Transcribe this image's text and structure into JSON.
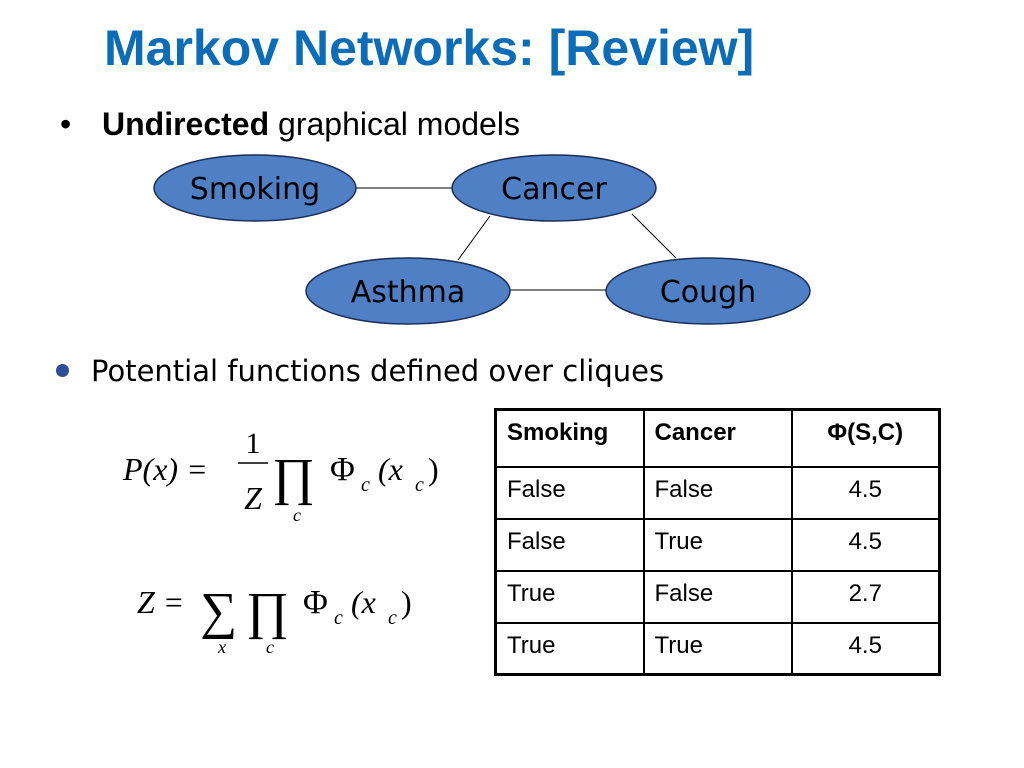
{
  "slide": {
    "title": "Markov Networks: [Review]",
    "bullet1": {
      "marker": "•",
      "bold": "Undirected",
      "rest": " graphical models"
    },
    "bullet2": {
      "text": "Potential functions defined over cliques"
    }
  },
  "graph": {
    "node_color": "#4f7fc4",
    "nodes": [
      "Smoking",
      "Cancer",
      "Asthma",
      "Cough"
    ],
    "edges": [
      [
        "Smoking",
        "Cancer"
      ],
      [
        "Cancer",
        "Asthma"
      ],
      [
        "Cancer",
        "Cough"
      ],
      [
        "Asthma",
        "Cough"
      ]
    ]
  },
  "formulas": {
    "p": {
      "lhs": "P(x) =",
      "num": "1",
      "den": "Z",
      "prod": "∏",
      "sub": "c",
      "phi": "Φ",
      "phi_sub": "c",
      "arg": "(x",
      "arg_sub": "c",
      "close": ")"
    },
    "z": {
      "lhs": "Z =",
      "sum": "∑",
      "sum_sub": "x",
      "prod": "∏",
      "prod_sub": "c",
      "phi": "Φ",
      "phi_sub": "c",
      "arg": "(x",
      "arg_sub": "c",
      "close": ")"
    }
  },
  "table": {
    "headers": [
      "Smoking",
      "Cancer",
      "Φ(S,C)"
    ],
    "rows": [
      [
        "False",
        "False",
        "4.5"
      ],
      [
        "False",
        "True",
        "4.5"
      ],
      [
        "True",
        "False",
        "2.7"
      ],
      [
        "True",
        "True",
        "4.5"
      ]
    ]
  }
}
